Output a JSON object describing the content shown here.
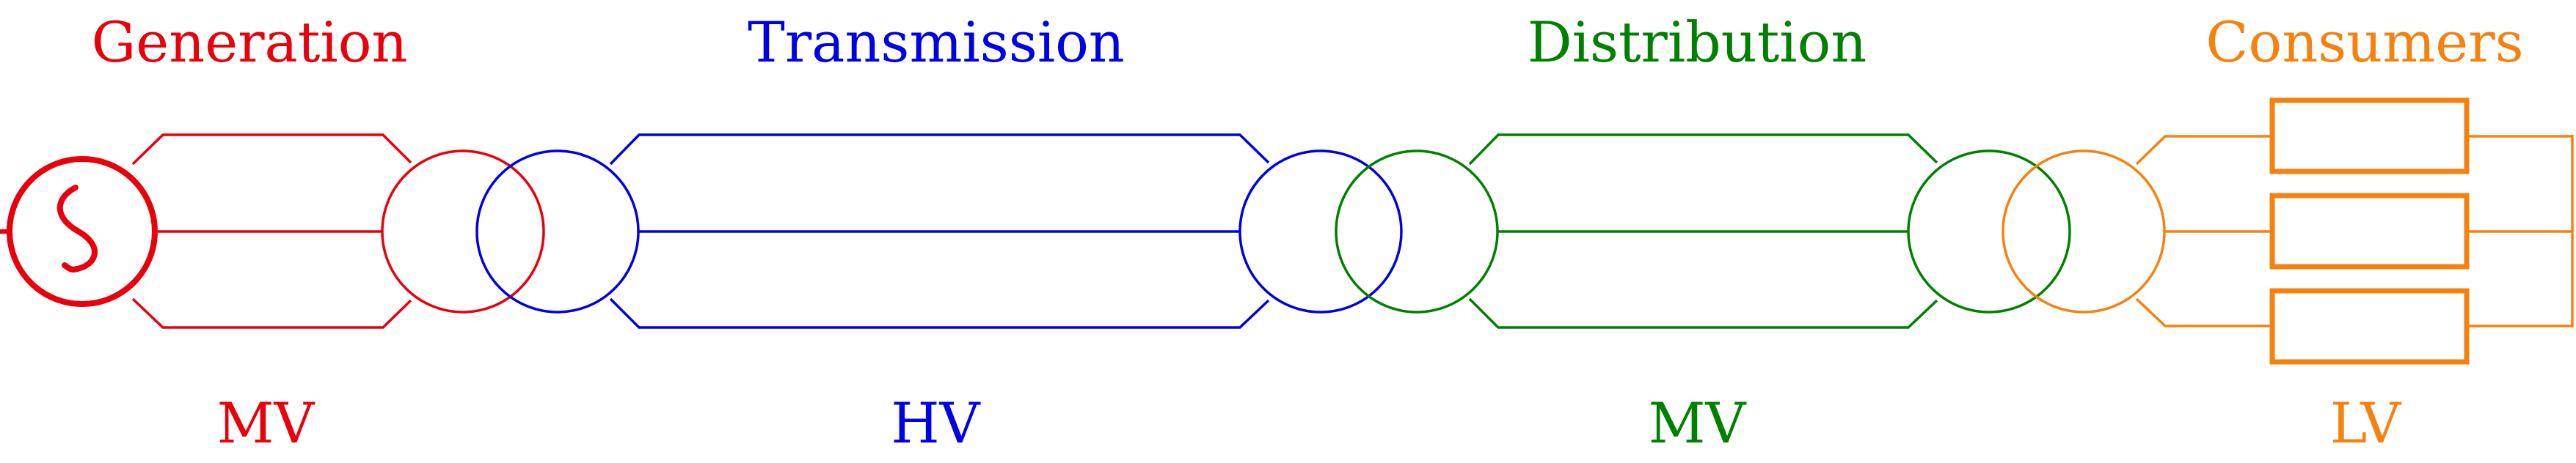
{
  "sections": [
    {
      "id": "generation",
      "title": "Generation",
      "voltage": "MV",
      "color": "#e8000b"
    },
    {
      "id": "transmission",
      "title": "Transmission",
      "voltage": "HV",
      "color": "#0000e6"
    },
    {
      "id": "distribution",
      "title": "Distribution",
      "voltage": "MV",
      "color": "#008000"
    },
    {
      "id": "consumers",
      "title": "Consumers",
      "voltage": "LV",
      "color": "#f5820f"
    }
  ],
  "icons": {
    "generator": "ac-generator-icon",
    "transformer": "transformer-icon",
    "load": "load-resistor-icon"
  }
}
